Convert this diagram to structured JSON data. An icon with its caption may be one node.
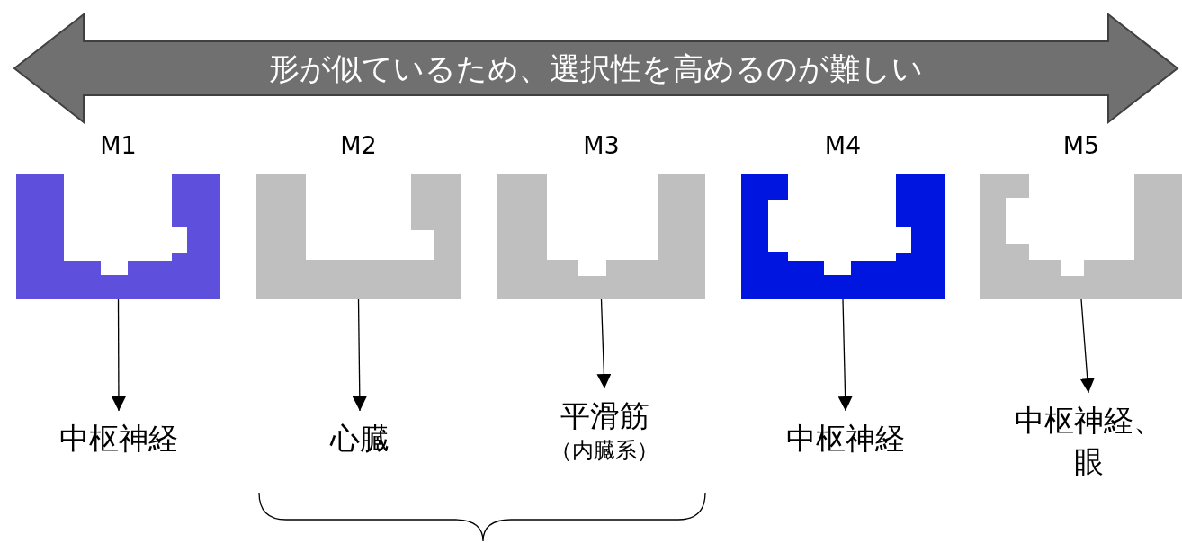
{
  "diagram": {
    "nodes": [
      {
        "text": [
          "形が似ているため、選択性を高めるのが難しい"
        ]
      },
      {
        "text": [
          "M1"
        ]
      },
      {
        "text": [
          "M2"
        ]
      },
      {
        "text": [
          "M3"
        ]
      },
      {
        "text": [
          "M4"
        ]
      },
      {
        "text": [
          "M5"
        ]
      },
      {
        "text": [
          "中枢神経"
        ]
      },
      {
        "text": [
          "心臓"
        ]
      },
      {
        "text": [
          "平滑筋",
          "（内臓系）"
        ]
      },
      {
        "text": [
          "中枢神経"
        ]
      },
      {
        "text": [
          "中枢神経、眼"
        ]
      }
    ],
    "edges": [
      {
        "from": 1,
        "to": 6,
        "arrow": "to"
      },
      {
        "from": 2,
        "to": 7,
        "arrow": "to"
      },
      {
        "from": 3,
        "to": 8,
        "arrow": "to"
      },
      {
        "from": 4,
        "to": 9,
        "arrow": "to"
      },
      {
        "from": 5,
        "to": 10,
        "arrow": "to"
      }
    ]
  }
}
